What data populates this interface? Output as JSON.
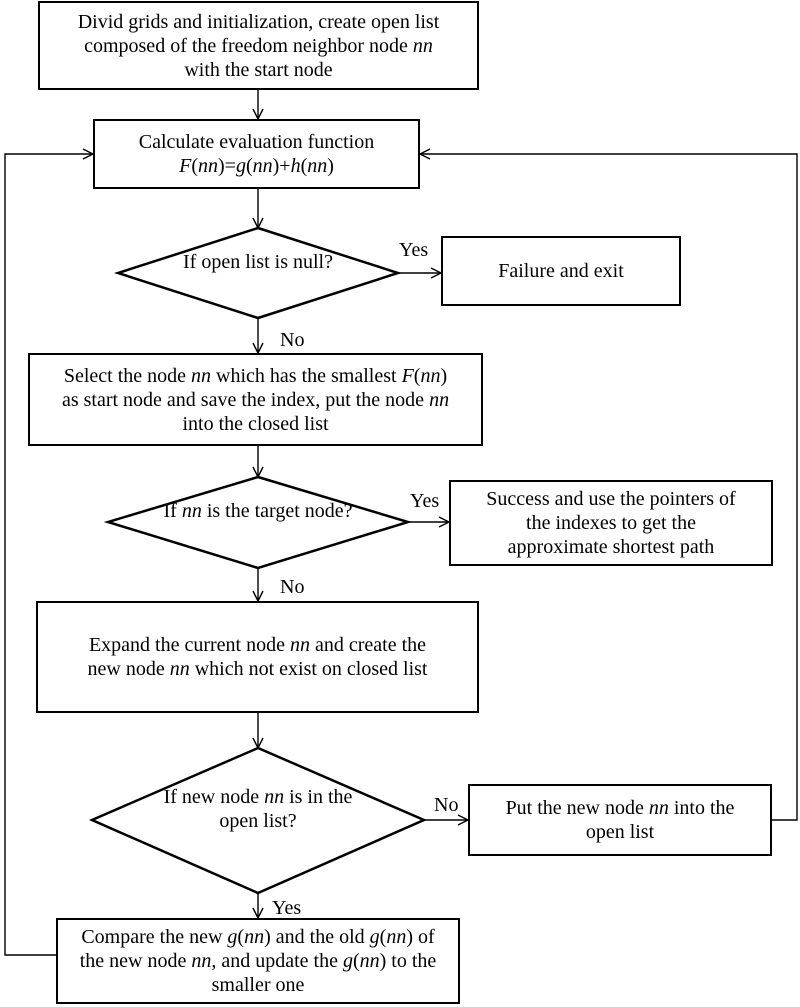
{
  "steps": {
    "init": {
      "l1": "Divid grids and initialization, create open list",
      "l2a": "composed of the freedom neighbor node ",
      "l2b": "nn",
      "l3": "with the start node"
    },
    "calc": {
      "l1": "Calculate evaluation function",
      "f": "F",
      "g": "g",
      "h": "h",
      "nn": "nn"
    },
    "fail": {
      "text": "Failure and exit"
    },
    "select": {
      "l1a": "Select the node ",
      "nn": "nn",
      "l1b": " which has the smallest ",
      "F": "F",
      "l2a": "as start node and save the index, put the node ",
      "l3": "into the closed list"
    },
    "success": {
      "l1": "Success and use the pointers of",
      "l2": "the indexes to get the",
      "l3": "approximate shortest path"
    },
    "expand": {
      "l1a": "Expand the current node ",
      "nn": "nn",
      "l1b": " and create the",
      "l2a": "new node ",
      "l2b": " which not exist on closed list"
    },
    "put": {
      "l1a": "Put the new node ",
      "nn": "nn",
      "l1b": " into the",
      "l2": "open list"
    },
    "compare": {
      "l1a": "Compare the new ",
      "g": "g",
      "nn": "nn",
      "l1b": " and the old ",
      "l2a": "the new node ",
      "l2b": ", and update the ",
      "l2c": " to the",
      "l3": "smaller one"
    }
  },
  "decisions": {
    "open_null": {
      "l1": "If open list",
      "l2": "is null?"
    },
    "target": {
      "l1a": "If ",
      "nn": "nn",
      "l1b": " is the",
      "l2": "target node?"
    },
    "in_open": {
      "l1a": "If new node ",
      "nn": "nn",
      "l2": "is in the open",
      "l3": "list?"
    }
  },
  "labels": {
    "yes": "Yes",
    "no": "No"
  }
}
